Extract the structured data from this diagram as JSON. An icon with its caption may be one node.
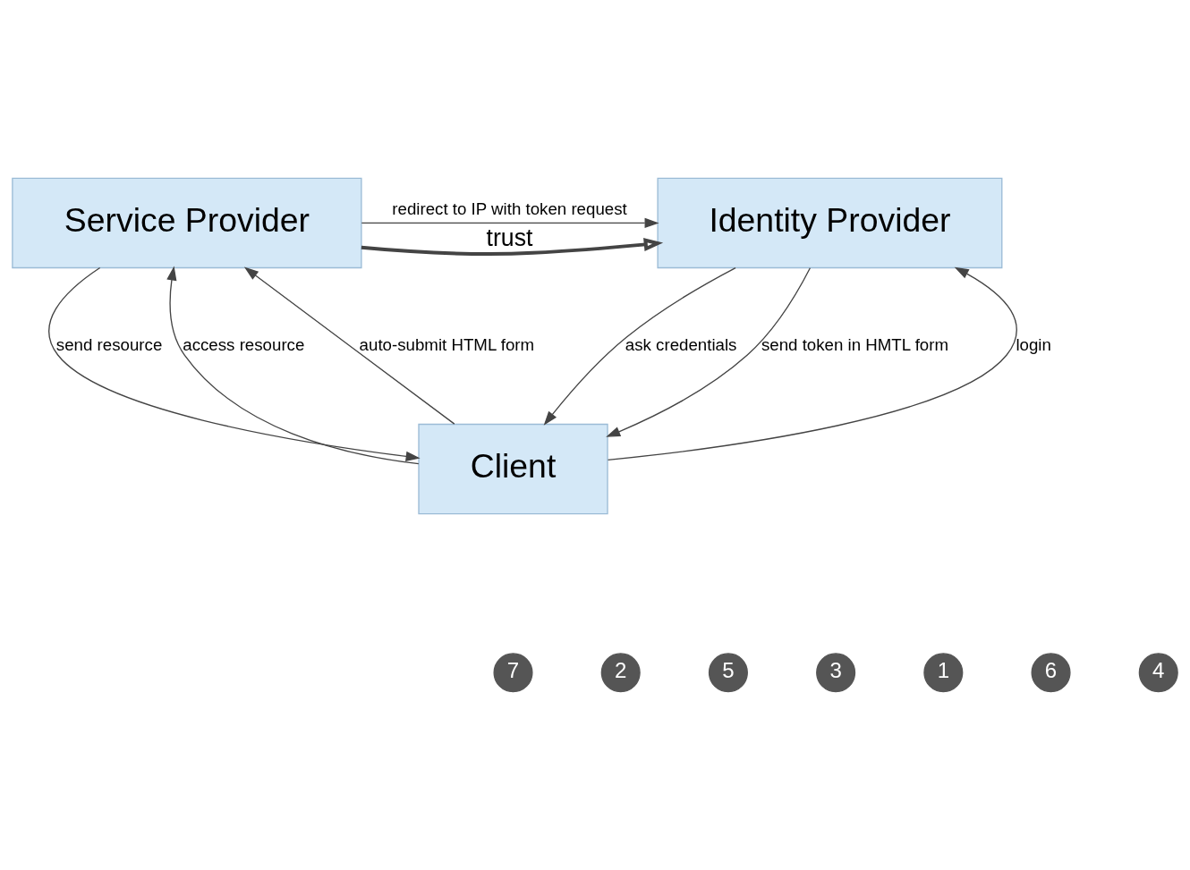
{
  "diagram": {
    "nodes": [
      {
        "text": [
          "Service Provider"
        ]
      },
      {
        "text": [
          "Identity Provider"
        ]
      },
      {
        "text": [
          "Client"
        ]
      }
    ],
    "edges": [
      {
        "from": 0,
        "to": 1,
        "arrow": "to",
        "label": "trust",
        "style": "thick"
      },
      {
        "from": 2,
        "to": 0,
        "arrow": "to",
        "label": "access resource"
      },
      {
        "from": 0,
        "to": 1,
        "arrow": "to",
        "label": "redirect to IP with token request"
      },
      {
        "from": 1,
        "to": 2,
        "arrow": "to",
        "label": "ask credentials"
      },
      {
        "from": 2,
        "to": 1,
        "arrow": "to",
        "label": "login"
      },
      {
        "from": 1,
        "to": 2,
        "arrow": "to",
        "label": "send token in HMTL form"
      },
      {
        "from": 2,
        "to": 0,
        "arrow": "to",
        "label": "auto-submit HTML form"
      },
      {
        "from": 0,
        "to": 2,
        "arrow": "to",
        "label": "send resource"
      }
    ],
    "labels": [
      "7",
      "2",
      "5",
      "3",
      "1",
      "6",
      "4"
    ]
  }
}
